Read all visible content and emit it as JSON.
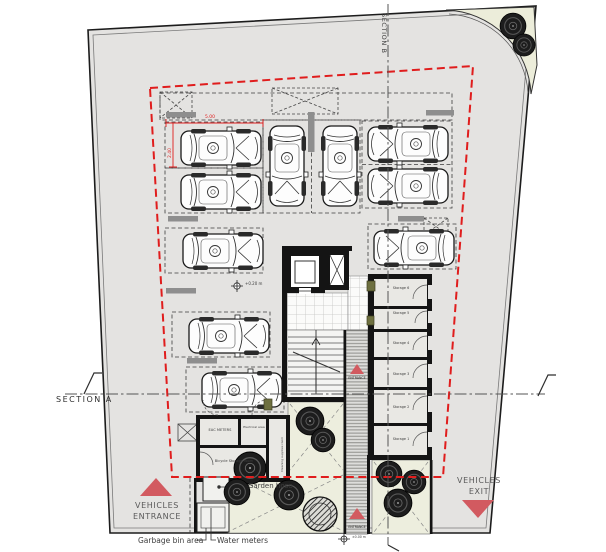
{
  "sections": {
    "a_label": "SECTION  A",
    "b_label": "SECTION B"
  },
  "arrows": {
    "vehicles_entrance_line1": "VEHICLES",
    "vehicles_entrance_line2": "ENTRANCE",
    "vehicles_exit_line1": "VEHICLES",
    "vehicles_exit_line2": "EXIT",
    "walkway_entrance_upper": "ENTRANCE",
    "walkway_entrance_lower": "ENTRANCE"
  },
  "rooms": {
    "storage": [
      "Storage 6",
      "Storage 5",
      "Storage 4",
      "Storage 3",
      "Storage 2",
      "Storage 1"
    ],
    "eac_meters": "EAC METERS",
    "electrical": "Electrical area",
    "bicycle_storage": "Bicycle Storage room",
    "cleaning_supplies": "Cleaning supplies room"
  },
  "site": {
    "garden_hose": "Garden hose",
    "garbage_bin": "Garbage bin area",
    "water_meters": "Water meters"
  },
  "levels": {
    "parking_level": "+0.20 m",
    "street_level": "±0.00 m"
  },
  "dimensions": {
    "bay_length_m": "5.00",
    "bay_depth_m": "2.40"
  },
  "colors": {
    "lot_fill": "#e4e3e1",
    "garden_fill": "#edeede",
    "boundary_red": "#e01d1d",
    "arrow_red": "#d25a60",
    "wall_black": "#141414"
  }
}
